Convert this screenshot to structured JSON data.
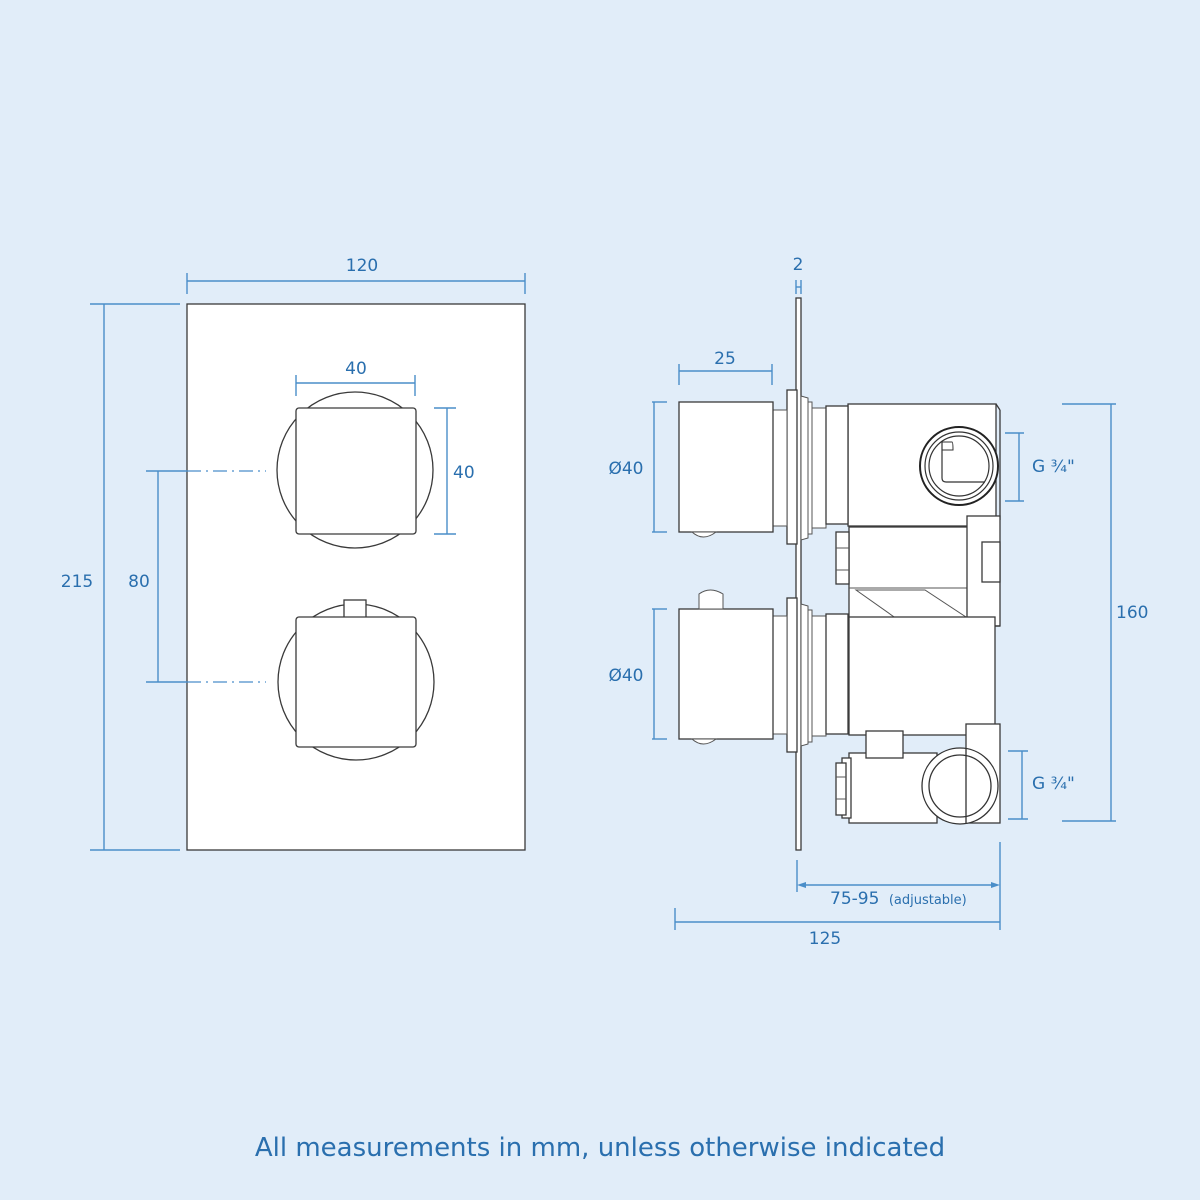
{
  "front_view": {
    "width_label": "120",
    "height_label": "215",
    "handle_width_label": "40",
    "handle_height_label": "40",
    "handle_spacing_label": "80"
  },
  "side_view": {
    "plate_thickness_label": "2",
    "handle_depth_label": "25",
    "upper_handle_diameter_label": "Ø40",
    "lower_handle_diameter_label": "Ø40",
    "upper_outlet_thread_label": "G ¾\"",
    "lower_outlet_thread_label": "G ¾\"",
    "outlet_spacing_label": "160",
    "adjustable_depth_label": "75-95",
    "adjustable_note": "(adjustable)",
    "overall_depth_label": "125"
  },
  "footer": {
    "note": "All measurements in mm, unless otherwise indicated"
  },
  "colors": {
    "background": "#e1edf9",
    "dimension": "#4a8ec9",
    "dimension_text": "#2a6fae",
    "outline": "#3a3a3a"
  }
}
